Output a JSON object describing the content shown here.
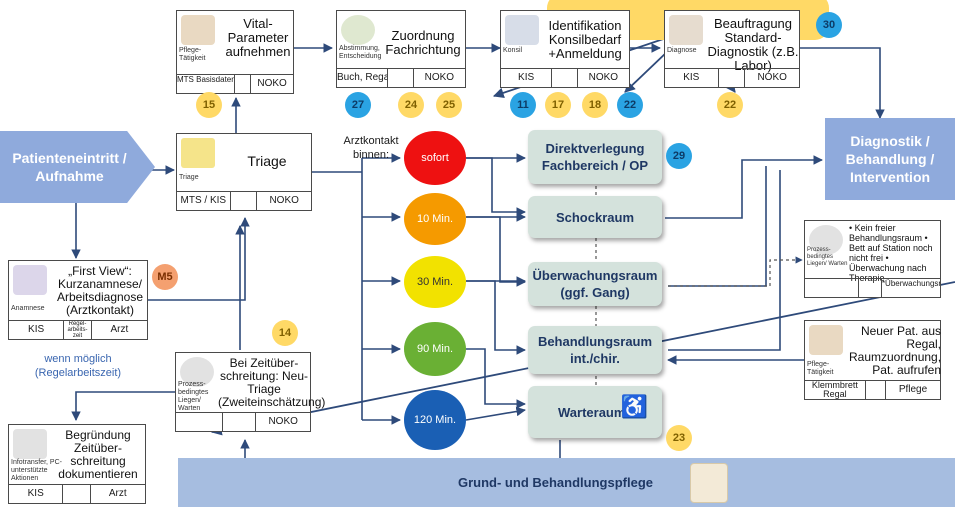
{
  "chevrons": {
    "start": "Patienteneintritt / Aufnahme",
    "end": "Diagnostik / Behandlung / Intervention",
    "bottom": "Grund- und Behandlungspflege"
  },
  "boxes": {
    "vital": {
      "icon_label": "Pflege-Tätigkeit",
      "title": "Vital-Parameter aufnehmen",
      "foot": [
        "MTS Basisdaten",
        "",
        "NOKO"
      ]
    },
    "zuordnung": {
      "icon_label": "Abstimmung, Entscheidung",
      "title": "Zuordnung Fachrichtung",
      "foot": [
        "Buch, Regal",
        "",
        "NOKO"
      ]
    },
    "konsil": {
      "icon_label": "Konsil",
      "title": "Identifikation Konsilbedarf +Anmeldung",
      "foot": [
        "KIS",
        "",
        "NOKO"
      ]
    },
    "diagnose": {
      "icon_label": "Diagnose",
      "title": "Beauftragung Standard-Diagnostik (z.B. Labor)",
      "foot": [
        "KIS",
        "",
        "NOKO"
      ]
    },
    "triage": {
      "icon_label": "Triage",
      "title": "Triage",
      "foot": [
        "MTS / KIS",
        "",
        "NOKO"
      ]
    },
    "firstview": {
      "icon_label": "Anamnese",
      "title": "„First View“: Kurzanamnese/ Arbeitsdiagnose (Arztkontakt)",
      "foot": [
        "KIS",
        "Regel-arbeits-zeit",
        "Arzt"
      ]
    },
    "zeitueber": {
      "icon_label": "Prozess-bedingtes Liegen/ Warten",
      "title": "Bei Zeitüber-schreitung: Neu-Triage (Zweiteinschätzung)",
      "foot": [
        "",
        "",
        "NOKO"
      ]
    },
    "begruendung": {
      "icon_label": "Infotransfer, PC-unterstützte Aktionen",
      "title": "Begründung Zeitüber-schreitung dokumentieren",
      "foot": [
        "KIS",
        "",
        "Arzt"
      ]
    },
    "keinfreier": {
      "icon_label": "Prozess-bedingtes Liegen/ Warten",
      "title": "• Kein freier Behandlungsraum • Bett auf Station noch nicht frei • Überwachung nach Therapie",
      "foot": [
        "",
        "",
        "*Überwachungsraum"
      ]
    },
    "neuerpat": {
      "icon_label": "Pflege-Tätigkeit",
      "title": "Neuer Pat. aus Regal, Raumzuordnung, Pat. aufrufen",
      "foot": [
        "Klemmbrett Regal",
        "",
        "Pflege"
      ]
    }
  },
  "triage_note": "Arztkontakt binnen:",
  "priorities": [
    {
      "label": "sofort",
      "color": "#ee1111"
    },
    {
      "label": "10 Min.",
      "color": "#f59a00"
    },
    {
      "label": "30 Min.",
      "color": "#f2e200"
    },
    {
      "label": "90 Min.",
      "color": "#6ab034"
    },
    {
      "label": "120 Min.",
      "color": "#1a5fb4"
    }
  ],
  "destinations": {
    "direkt": "Direktverlegung Fachbereich / OP",
    "schock": "Schockraum",
    "ueberwachung": "Überwachungsraum (ggf. Gang)",
    "behandlung": "Behandlungsraum int./chir.",
    "warte": "Warteraum"
  },
  "wenn_moeglich": "wenn möglich (Regelarbeitszeit)",
  "badges": {
    "b15": "15",
    "b27": "27",
    "b24": "24",
    "b25": "25",
    "b11": "11",
    "b17": "17",
    "b18": "18",
    "b22a": "22",
    "b22b": "22",
    "b30": "30",
    "b29": "29",
    "m5": "M5",
    "b14": "14",
    "b23": "23"
  },
  "colors": {
    "chevron": "#8faadc",
    "dest": "#d4e2dc",
    "callout": "#ffd966",
    "arrow": "#2e4a7a"
  }
}
